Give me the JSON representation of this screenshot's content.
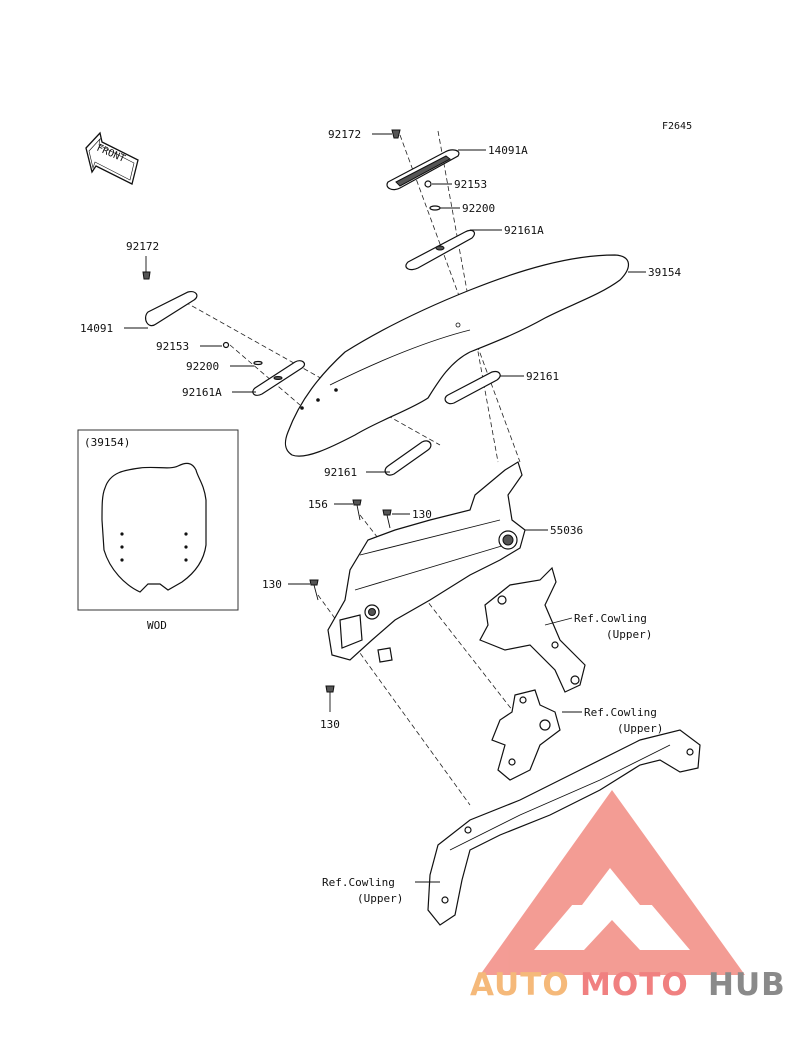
{
  "figure_code": "F2645",
  "front_label": "FRONT",
  "parts": {
    "p92172_top": "92172",
    "p14091A_top": "14091A",
    "p92153_top": "92153",
    "p92200_top": "92200",
    "p92161A_top": "92161A",
    "p39154": "39154",
    "p92161_right": "92161",
    "p92172_left": "92172",
    "p14091_left": "14091",
    "p92153_left": "92153",
    "p92200_left": "92200",
    "p92161A_left": "92161A",
    "p92161_bottom": "92161",
    "p156": "156",
    "p130_a": "130",
    "p55036": "55036",
    "p130_b": "130",
    "p130_c": "130"
  },
  "refs": {
    "ref1_line1": "Ref.Cowling",
    "ref1_line2": "(Upper)",
    "ref2_line1": "Ref.Cowling",
    "ref2_line2": "(Upper)",
    "ref3_line1": "Ref.Cowling",
    "ref3_line2": "(Upper)"
  },
  "inset": {
    "ref_number": "(39154)",
    "caption": "WOD"
  },
  "watermark": {
    "part1": "AUTO",
    "part2": "MOTO",
    "part3": "HUB",
    "color1": "#f5b97a",
    "color2": "#f08080",
    "color3": "#8a8a8a",
    "logo_color": "#f28b82"
  }
}
